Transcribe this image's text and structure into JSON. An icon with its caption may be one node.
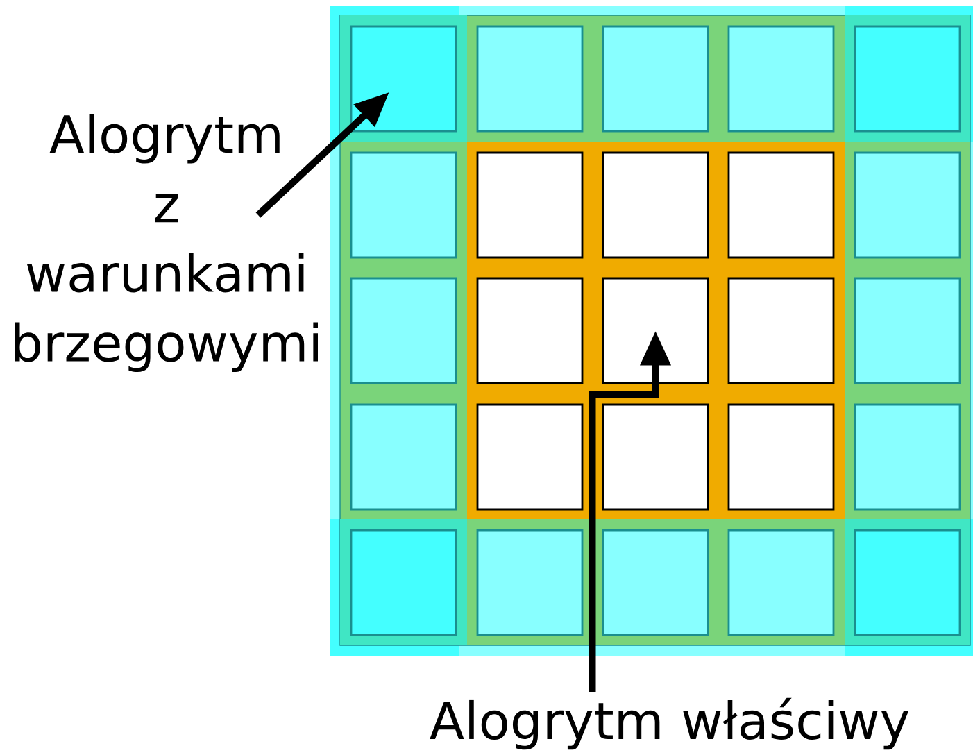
{
  "diagram": {
    "nodes": [
      {
        "text": [
          "Alogrytm z warunkami brzegowymi"
        ]
      },
      {
        "text": [],
        "shape": "box"
      },
      {
        "text": [],
        "shape": "box"
      },
      {
        "text": [],
        "shape": "box"
      },
      {
        "text": [],
        "shape": "box"
      },
      {
        "text": [],
        "shape": "box"
      },
      {
        "text": [],
        "shape": "box"
      },
      {
        "text": [],
        "shape": "box"
      },
      {
        "text": [],
        "shape": "box"
      },
      {
        "text": [],
        "shape": "box"
      },
      {
        "text": [],
        "shape": "box"
      },
      {
        "text": [],
        "shape": "box"
      },
      {
        "text": [],
        "shape": "box"
      },
      {
        "text": [],
        "shape": "box"
      },
      {
        "text": [],
        "shape": "box"
      },
      {
        "text": [],
        "shape": "box"
      },
      {
        "text": [],
        "shape": "box"
      },
      {
        "text": [],
        "shape": "box"
      },
      {
        "text": [],
        "shape": "box"
      },
      {
        "text": [],
        "shape": "box"
      },
      {
        "text": [],
        "shape": "box"
      },
      {
        "text": [],
        "shape": "box"
      },
      {
        "text": [],
        "shape": "box"
      },
      {
        "text": [],
        "shape": "box"
      },
      {
        "text": [],
        "shape": "box"
      },
      {
        "text": [],
        "shape": "box"
      },
      {
        "text": [
          "Alogrytm właściwy"
        ]
      }
    ],
    "edges": [
      {
        "from": 0,
        "to": 1,
        "arrow": "to"
      },
      {
        "from": 26,
        "to": 13,
        "arrow": "to"
      }
    ]
  }
}
